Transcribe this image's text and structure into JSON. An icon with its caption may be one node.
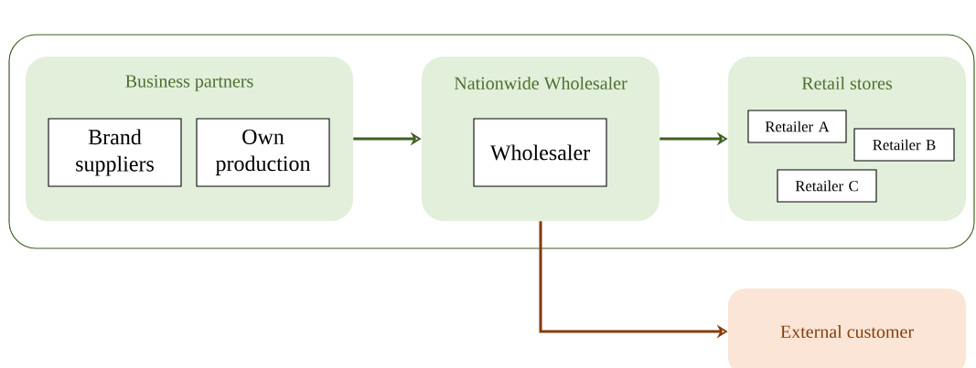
{
  "diagram": {
    "nodes": [
      {
        "text": [],
        "shape": "box"
      },
      {
        "text": [
          "Business partners"
        ],
        "in": 0
      },
      {
        "text": [
          "Brand suppliers"
        ],
        "in": 1
      },
      {
        "text": [
          "Own production"
        ],
        "in": 1
      },
      {
        "text": [
          "Nationwide Wholesaler"
        ],
        "in": 0
      },
      {
        "text": [
          "Wholesaler"
        ],
        "in": 4
      },
      {
        "text": [
          "Retail stores"
        ],
        "in": 0
      },
      {
        "text": [
          "Retailer A"
        ],
        "in": 6
      },
      {
        "text": [
          "Retailer B"
        ],
        "in": 6
      },
      {
        "text": [
          "Retailer C"
        ],
        "in": 6
      },
      {
        "text": [
          "External customer"
        ]
      }
    ],
    "edges": [
      {
        "from": 1,
        "to": 4,
        "arrow": "to"
      },
      {
        "from": 4,
        "to": 6,
        "arrow": "to"
      },
      {
        "from": 4,
        "to": 10,
        "arrow": "to",
        "color": "#843c0c"
      }
    ]
  }
}
